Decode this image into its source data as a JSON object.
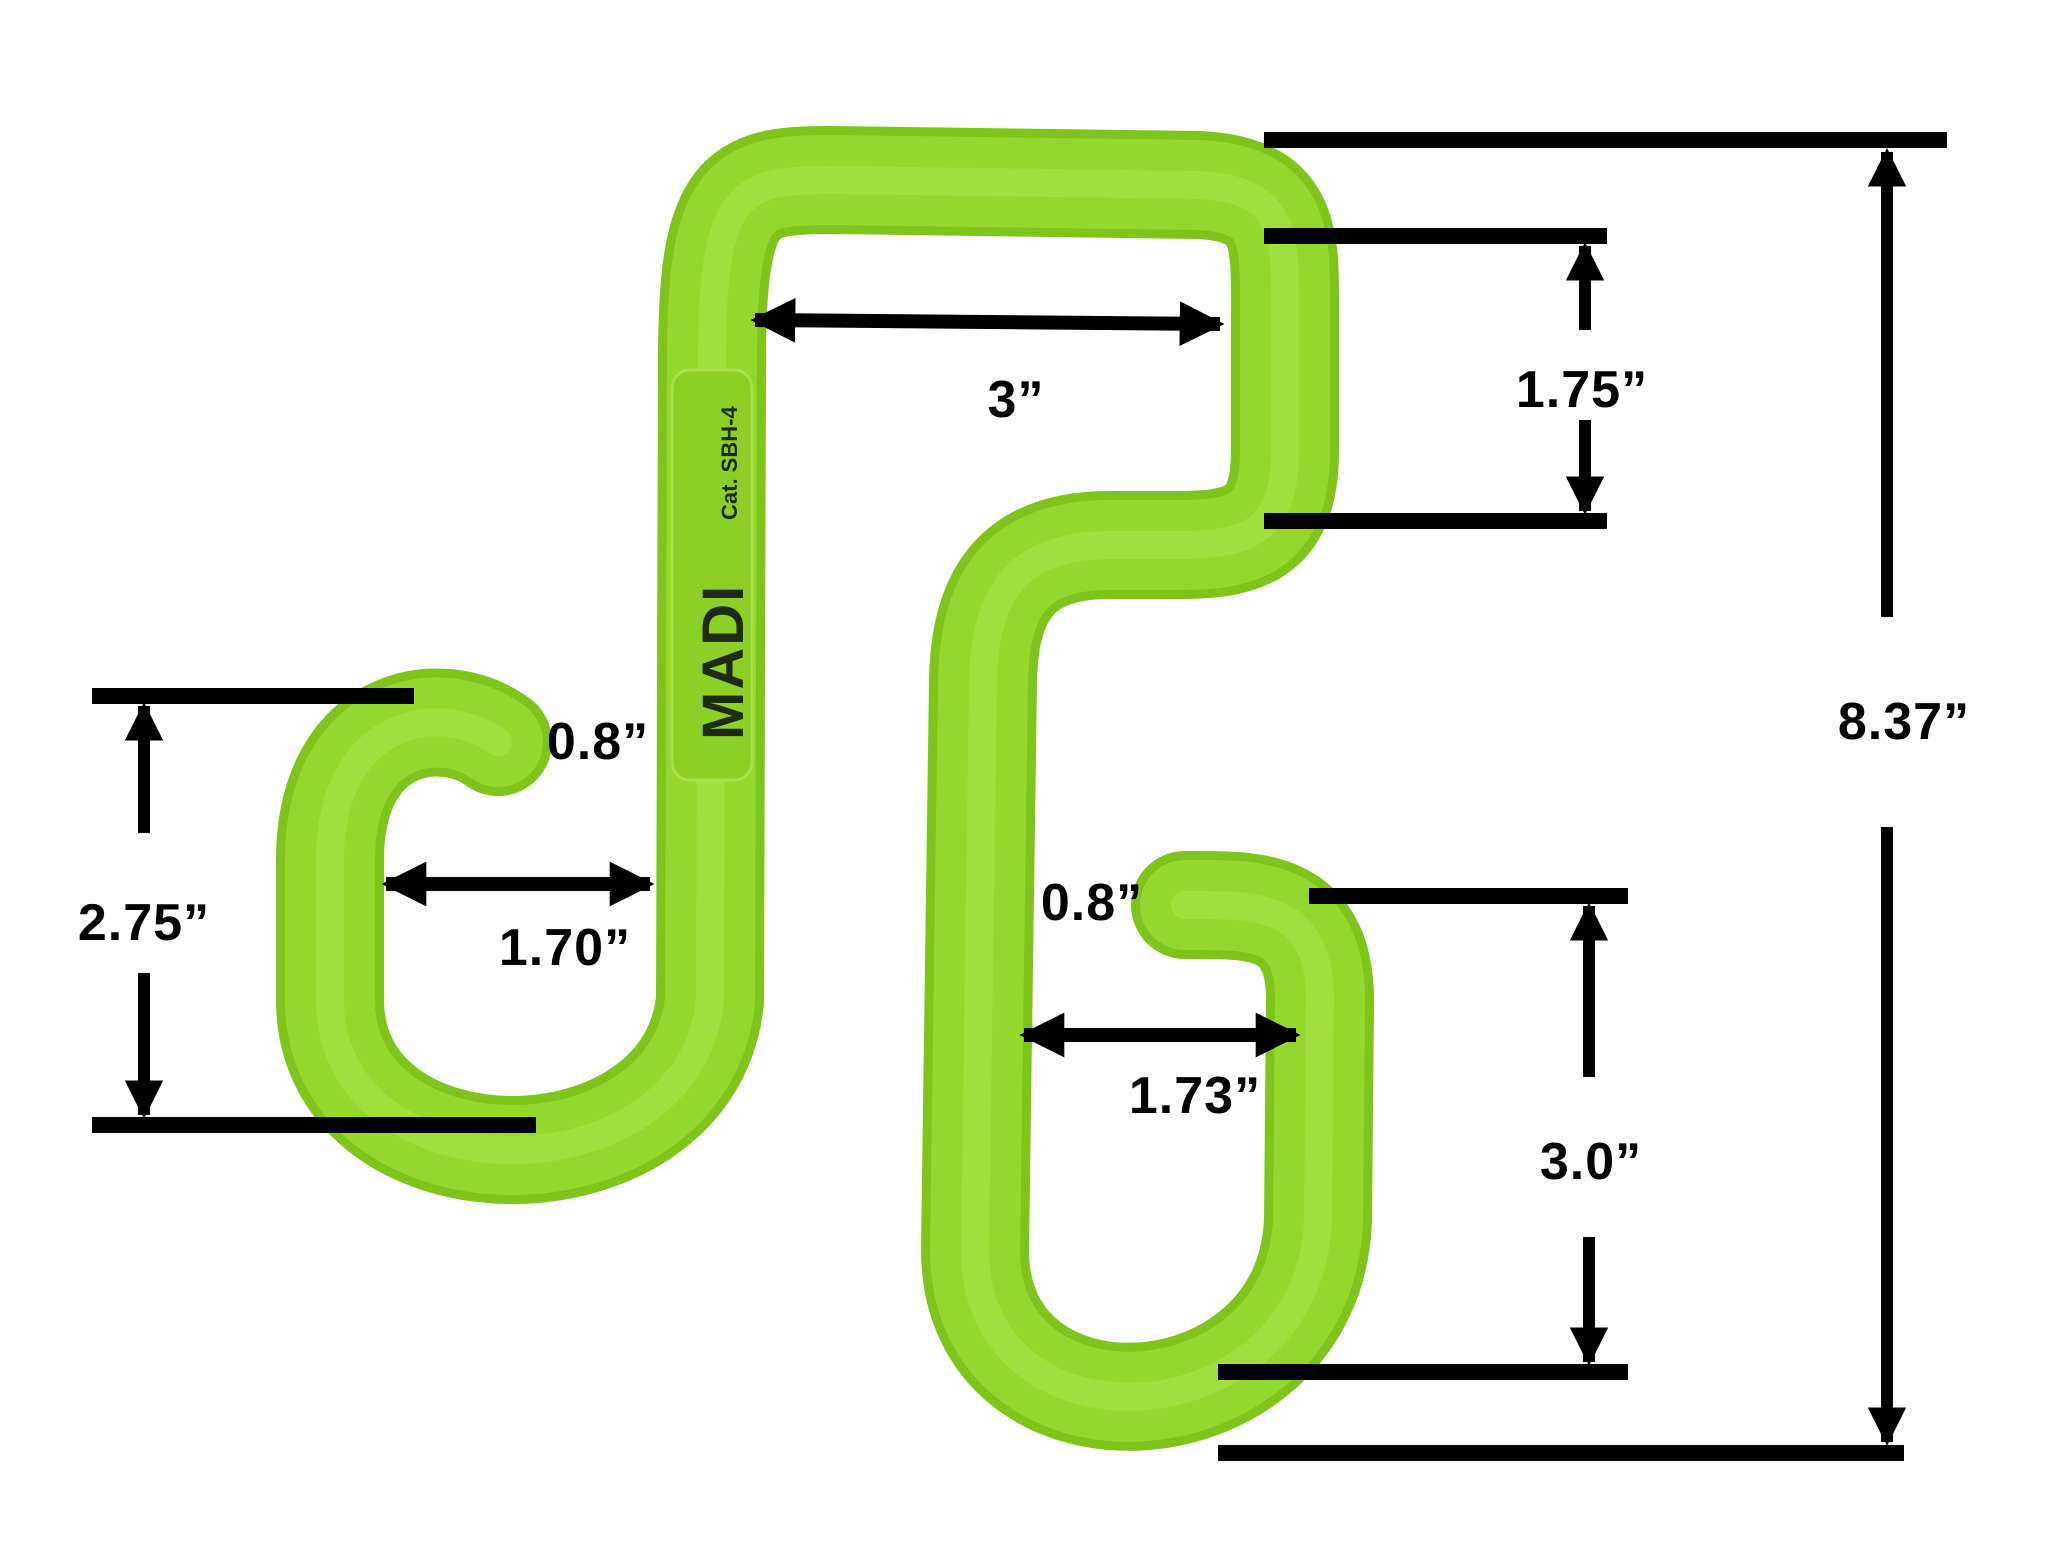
{
  "product": {
    "brand": "MADI",
    "catalog": "Cat. SBH-4",
    "color": "#8fd42a",
    "highlight": "#b4ec5c",
    "shadow": "#79bd18"
  },
  "dimensions": {
    "overall_height": "8.37”",
    "top_opening_height": "1.75”",
    "top_opening_width": "3”",
    "left_hook_height": "2.75”",
    "left_hook_width": "1.70”",
    "left_hook_gap": "0.8”",
    "right_hook_gap": "0.8”",
    "right_hook_width": "1.73”",
    "right_hook_height": "3.0”"
  },
  "colors": {
    "dimension_lines": "#000000",
    "background": "#ffffff"
  }
}
